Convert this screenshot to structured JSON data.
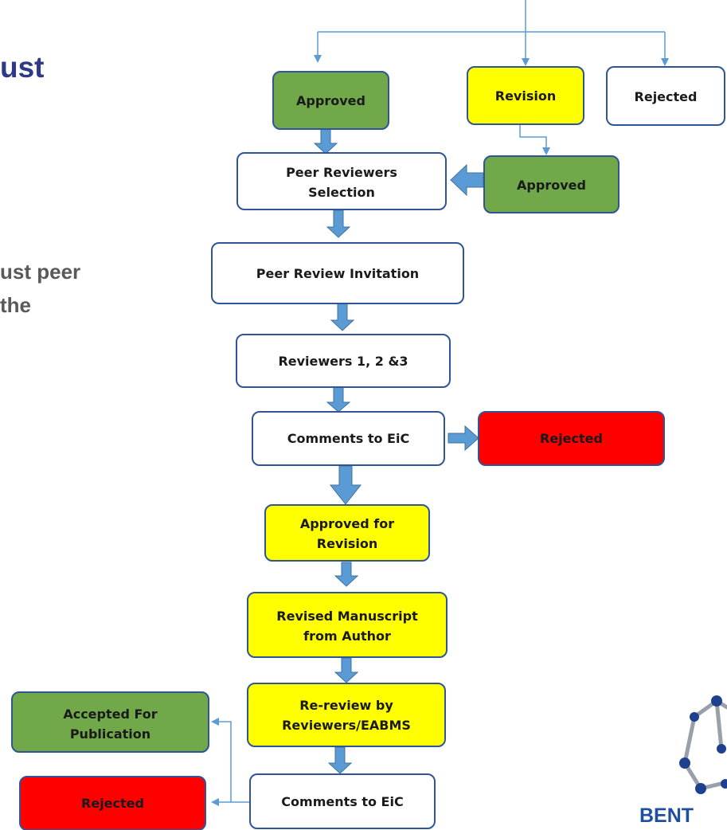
{
  "title_fragment": "ust",
  "body_fragment": [
    "ust peer",
    "the"
  ],
  "boxes": {
    "approved_1": [
      "Approved"
    ],
    "revision": [
      "Revision"
    ],
    "rejected_1": [
      "Rejected"
    ],
    "peer_reviewers_selection": [
      "Peer Reviewers",
      "Selection"
    ],
    "approved_2": [
      "Approved"
    ],
    "peer_review_invitation": [
      "Peer Review Invitation"
    ],
    "reviewers": [
      "Reviewers 1, 2 &3"
    ],
    "comments_to_eic_1": [
      "Comments to EiC"
    ],
    "rejected_2": [
      "Rejected"
    ],
    "approved_for_revision": [
      "Approved for",
      "Revision"
    ],
    "revised_manuscript": [
      "Revised Manuscript",
      "from Author"
    ],
    "re_review": [
      "Re-review by",
      "Reviewers/EABMS"
    ],
    "accepted_for_publication": [
      "Accepted For",
      "Publication"
    ],
    "rejected_3": [
      "Rejected"
    ],
    "comments_to_eic_2": [
      "Comments to EiC"
    ]
  },
  "colors": {
    "green": "#70a84a",
    "yellow": "#ffff00",
    "red": "#ff0000",
    "white": "#ffffff",
    "border": "#2f5597",
    "arrow": "#5b9bd5",
    "title": "#2e3a87",
    "body_text": "#595959"
  },
  "logo": {
    "icon": "molecule-logo-icon",
    "text": "BENT"
  }
}
